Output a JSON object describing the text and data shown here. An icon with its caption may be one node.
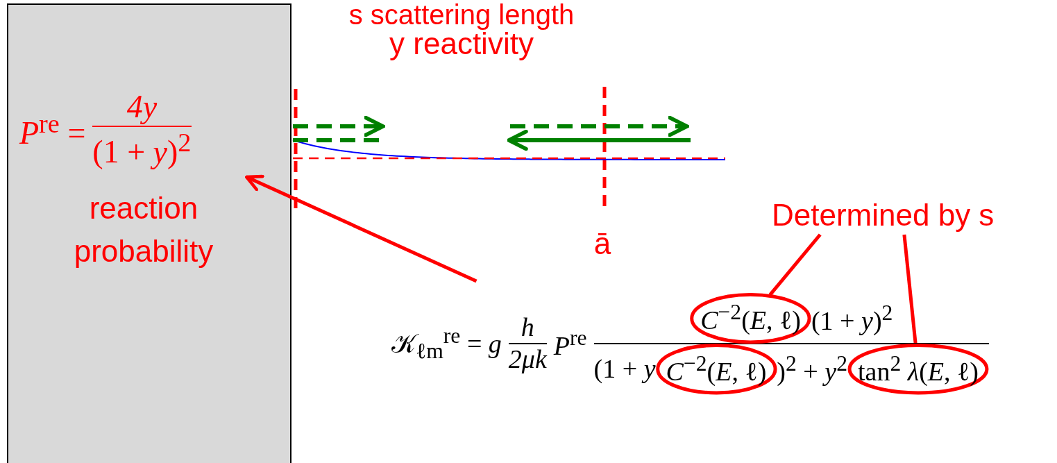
{
  "diagram": {
    "nodes": [
      {
        "text": [
          "reaction probability"
        ]
      },
      {
        "text": [
          "*P*$^{re}$ =",
          "4y",
          "(1 + *y*)$^{2}$"
        ],
        "in": 0
      },
      {
        "text": [
          "Determined by s"
        ]
      },
      {
        "text": [
          "𝒦$_{ℓm}$$^{re}$ = *g*",
          "h",
          "2μk",
          "*P*$^{re}$",
          "(1 + *y*)$^{2}$",
          "(1 + *y*",
          ")$^{2}$ + *y*$^{2}$"
        ]
      },
      {
        "text": [
          "*C*$^{−2}$(*E*, ℓ)"
        ]
      },
      {
        "text": [
          "*C*$^{−2}$(*E*, ℓ)"
        ]
      },
      {
        "text": [
          "tan$^{2}$ *λ*(*E*, ℓ)"
        ]
      }
    ],
    "edges": [
      {
        "from": 3,
        "to": 1,
        "arrow": "to"
      },
      {
        "from": 2,
        "to": 4,
        "arrow": "none"
      },
      {
        "from": 2,
        "to": 6,
        "arrow": "none"
      }
    ],
    "labels": [
      "s scattering length",
      "y reactivity",
      "ā"
    ]
  }
}
